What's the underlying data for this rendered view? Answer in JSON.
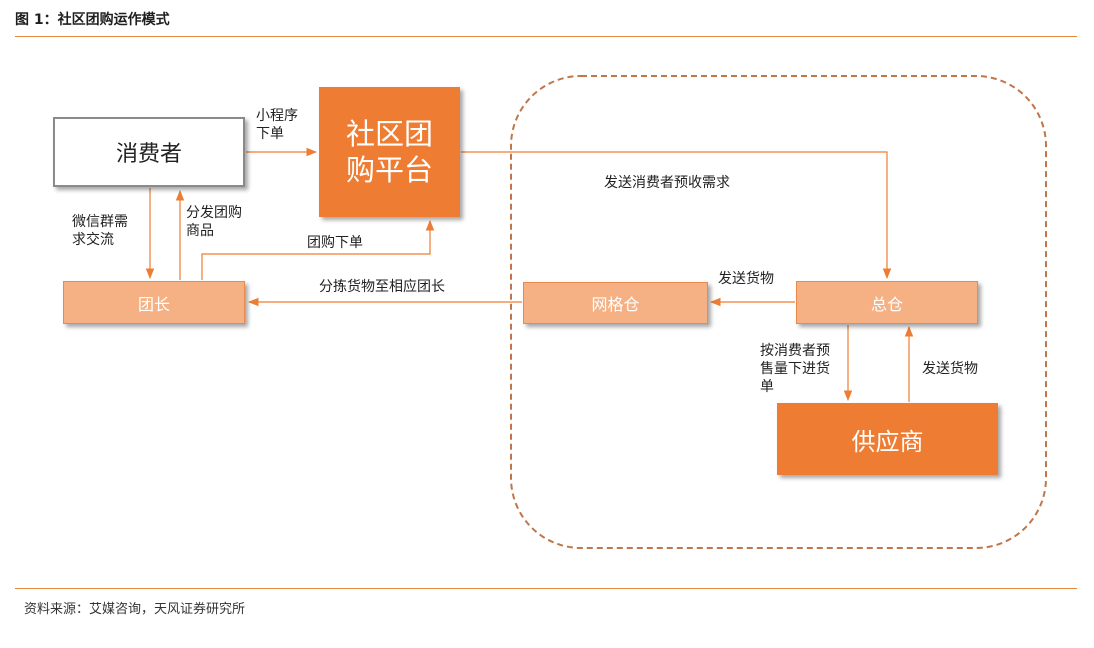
{
  "header": {
    "title": "图 1：社区团购运作模式"
  },
  "footer": {
    "source": "资料来源：艾媒咨询，天风证券研究所"
  },
  "colors": {
    "accent": "#ee7d33",
    "light_box": "#f5b183",
    "rule": "#e58b3f",
    "dashed_border": "#c0764a"
  },
  "nodes": {
    "consumer": "消费者",
    "platform": "社区团\n购平台",
    "leader": "团长",
    "grid_warehouse": "网格仓",
    "central_warehouse": "总仓",
    "supplier": "供应商"
  },
  "edges": {
    "consumer_to_platform": "小程序\n下单",
    "consumer_to_leader": "微信群需\n求交流",
    "leader_to_consumer": "分发团购\n商品",
    "leader_to_platform": "团购下单",
    "platform_to_warehouse": "发送消费者预收需求",
    "warehouse_to_grid": "发送货物",
    "grid_to_leader": "分拣货物至相应团长",
    "warehouse_to_supplier": "按消费者预\n售量下进货\n单",
    "supplier_to_warehouse": "发送货物"
  }
}
